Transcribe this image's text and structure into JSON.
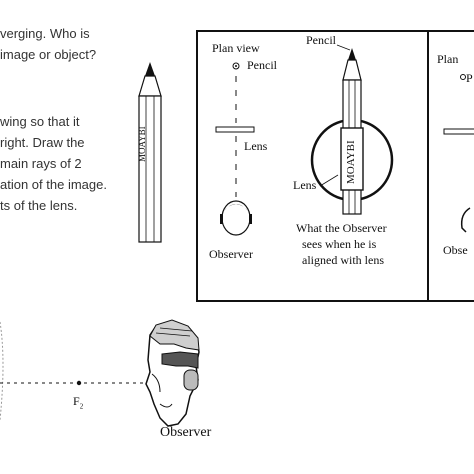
{
  "question": {
    "line1": "verging. Who is",
    "line2": "image or object?",
    "line3": "wing so that it",
    "line4": "right. Draw the",
    "line5": "main rays of 2",
    "line6": "ation of the image.",
    "line7": "ts of the lens."
  },
  "pencil_text": "MOAYBI",
  "panel_left": {
    "plan_view": "Plan   view",
    "pencil": "Pencil",
    "lens": "Lens",
    "observer": "Observer"
  },
  "panel_mid": {
    "pencil": "Pencil",
    "lens": "Lens",
    "caption_line1": "What the Observer",
    "caption_line2": "sees when he is",
    "caption_line3": "aligned with lens"
  },
  "panel_right": {
    "plan": "Plan",
    "pencil_partial": "P",
    "observer_partial": "Obse"
  },
  "bottom": {
    "focal_label": "F",
    "focal_subscript": "2",
    "observer": "Observer"
  }
}
